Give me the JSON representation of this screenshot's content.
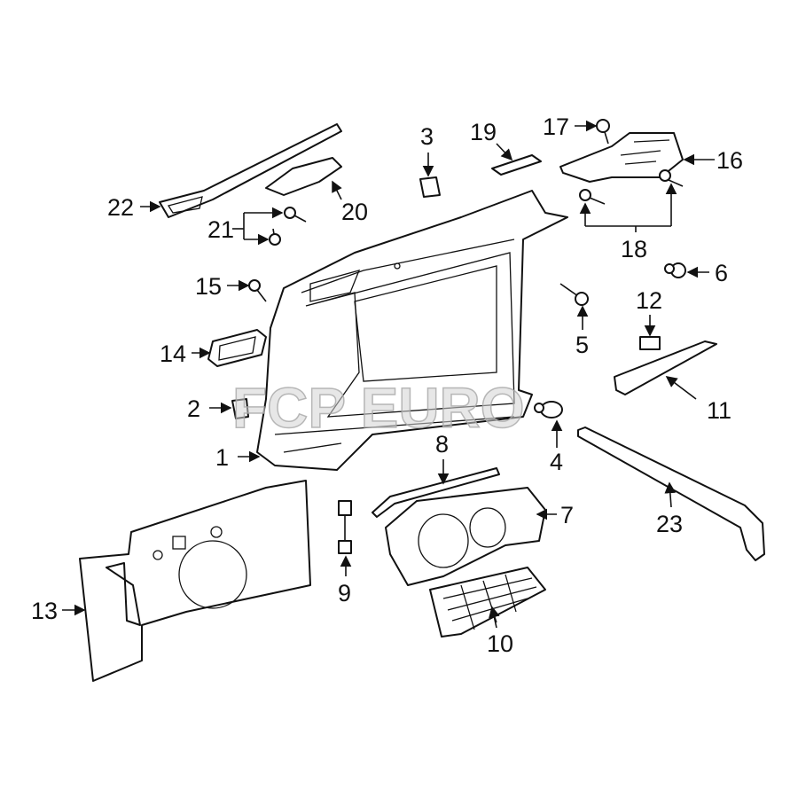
{
  "watermark": "FCP EURO",
  "callouts": [
    {
      "id": "1",
      "label": "1"
    },
    {
      "id": "2",
      "label": "2"
    },
    {
      "id": "3",
      "label": "3"
    },
    {
      "id": "4",
      "label": "4"
    },
    {
      "id": "5",
      "label": "5"
    },
    {
      "id": "6",
      "label": "6"
    },
    {
      "id": "7",
      "label": "7"
    },
    {
      "id": "8",
      "label": "8"
    },
    {
      "id": "9",
      "label": "9"
    },
    {
      "id": "10",
      "label": "10"
    },
    {
      "id": "11",
      "label": "11"
    },
    {
      "id": "12",
      "label": "12"
    },
    {
      "id": "13",
      "label": "13"
    },
    {
      "id": "14",
      "label": "14"
    },
    {
      "id": "15",
      "label": "15"
    },
    {
      "id": "16",
      "label": "16"
    },
    {
      "id": "17",
      "label": "17"
    },
    {
      "id": "18",
      "label": "18"
    },
    {
      "id": "19",
      "label": "19"
    },
    {
      "id": "20",
      "label": "20"
    },
    {
      "id": "21",
      "label": "21"
    },
    {
      "id": "22",
      "label": "22"
    },
    {
      "id": "23",
      "label": "23"
    }
  ]
}
